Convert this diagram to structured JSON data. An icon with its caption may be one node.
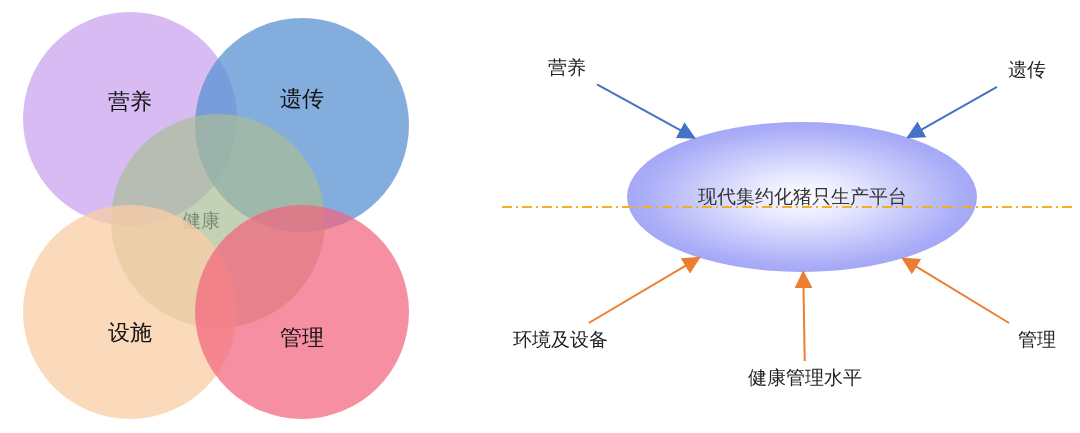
{
  "diagram": {
    "nodes": [
      {
        "text": [
          "营养"
        ]
      },
      {
        "text": [
          "遗传"
        ]
      },
      {
        "text": [
          "健康"
        ]
      },
      {
        "text": [
          "设施"
        ]
      },
      {
        "text": [
          "管理"
        ]
      },
      {
        "text": [
          "营养"
        ]
      },
      {
        "text": [
          "遗传"
        ]
      },
      {
        "text": [
          "现代集约化猪只生产平台"
        ]
      },
      {
        "text": [
          "环境及设备"
        ]
      },
      {
        "text": [
          "管理"
        ]
      },
      {
        "text": [
          "健康管理水平"
        ]
      }
    ],
    "edges": [
      {
        "from": 5,
        "to": 7,
        "arrow": "to",
        "color": "#4472c4"
      },
      {
        "from": 6,
        "to": 7,
        "arrow": "to",
        "color": "#4472c4"
      },
      {
        "from": 8,
        "to": 7,
        "arrow": "to"
      },
      {
        "from": 9,
        "to": 7,
        "arrow": "to"
      },
      {
        "from": 10,
        "to": 7,
        "arrow": "to"
      }
    ]
  }
}
